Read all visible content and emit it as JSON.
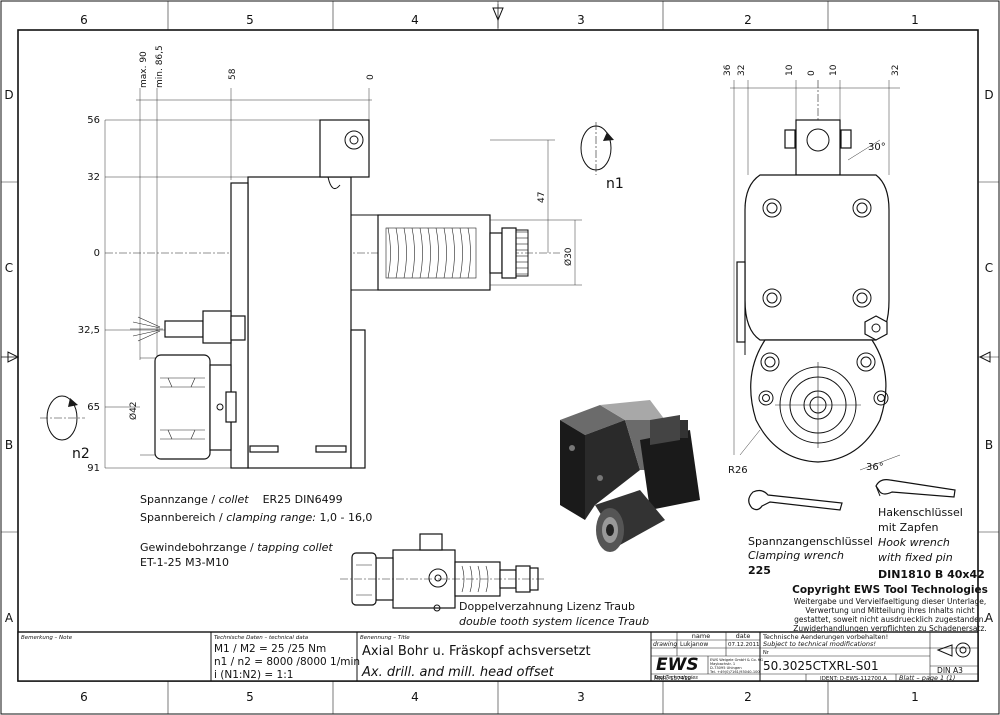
{
  "frame": {
    "cols_top": [
      "6",
      "5",
      "4",
      "3",
      "2",
      "1"
    ],
    "cols_bottom": [
      "6",
      "5",
      "4",
      "3",
      "2",
      "1"
    ],
    "rows_left": [
      "D",
      "C",
      "B",
      "A"
    ],
    "rows_right": [
      "D",
      "C",
      "B",
      "A"
    ]
  },
  "side_view": {
    "dim_top": [
      "max. 90",
      "min. 86,5",
      "58",
      "0"
    ],
    "dim_left": [
      "56",
      "32",
      "0",
      "32,5",
      "65",
      "91"
    ],
    "dim_right": [
      "47",
      "Ø30"
    ],
    "dim_left_dia": "Ø42",
    "n1": "n1",
    "n2": "n2"
  },
  "front_view": {
    "dim_top": [
      "36",
      "32",
      "10",
      "0",
      "10",
      "32"
    ],
    "angle_top": "30°",
    "angle_bottom": "36°",
    "radius": "R26"
  },
  "notes": {
    "collet_de": "Spannzange /",
    "collet_en": "collet",
    "collet_val": "ER25   DIN6499",
    "range_de": "Spannbereich /",
    "range_en": "clamping range:",
    "range_val": "1,0 - 16,0",
    "tap_de": "Gewindebohrzange /",
    "tap_en": "tapping collet",
    "tap_val": "ET-1-25   M3-M10",
    "double_de": "Doppelverzahnung Lizenz Traub",
    "double_en": "double tooth system licence Traub",
    "wrench_de": "Spannzangenschlüssel",
    "wrench_en": "Clamping wrench",
    "wrench_val": "225",
    "hook_de1": "Hakenschlüssel",
    "hook_de2": "mit Zapfen",
    "hook_en1": "Hook wrench",
    "hook_en2": "with fixed pin",
    "hook_val": "DIN1810 B 40x42",
    "copyright_title": "Copyright EWS Tool Technologies",
    "copyright_lines": [
      "Weitergabe und Vervielfaeltigung dieser Unterlage,",
      "Verwertung und Mitteilung ihres Inhalts nicht",
      "gestattet, soweit nicht ausdruecklich zugestanden.",
      "Zuwiderhandlungen verpflichten zu Schadenersatz."
    ]
  },
  "title_block": {
    "remark_label": "Bemerkung – Note",
    "tech_label": "Technische Daten – technical data",
    "tech_line1": "M1 / M2 = 25  /25  Nm",
    "tech_line2": "n1 / n2 = 8000 /8000  1/min",
    "tech_line3": "i  (N1:N2)  = 1:1",
    "name_label": "Benennung – Title",
    "title_de": "Axial Bohr u. Fräskopf achsversetzt",
    "title_en": "Ax. drill. and mill. head offset",
    "col_name": "name",
    "col_date": "date",
    "row_drawing": "drawing",
    "drawn_by": "Lukjanow",
    "drawn_date": "07.12.2011",
    "logo": "EWS",
    "logo_sub": "Tool Technologies",
    "company_lines": [
      "EWS Weigele GmbH & Co. KG",
      "Maybachstr. 1",
      "D-73095 Uhingen",
      "Tel. +49(0)7161/93040-100"
    ],
    "change_de": "Technische Aenderungen vorbehalten!",
    "change_en": "Subject to technical modifications!",
    "nr_label": "Nr",
    "part_number": "50.3025CTXRL-S01",
    "mnr": "MNR: 157410",
    "ident": "IDENT: D-EWS-112700 A",
    "sheet": "Blatt – page  1 (1)",
    "format": "DIN A3"
  }
}
